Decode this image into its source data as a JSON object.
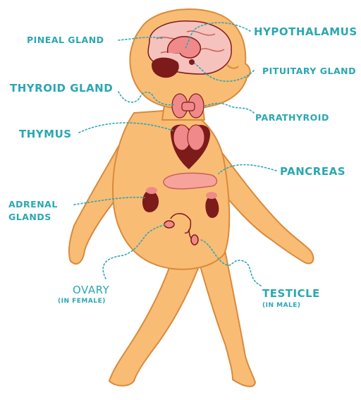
{
  "labels": {
    "pineal_gland": "PINEAL GLAND",
    "hypothalamus": "HYPOTHALAMUS",
    "pituitary_gland": "PITUITARY GLAND",
    "thyroid_gland": "THYROID GLAND",
    "parathyroid": "PARATHYROID",
    "thymus": "THYMUS",
    "pancreas": "PANCREAS",
    "adrenal_line1": "ADRENAL",
    "adrenal_line2": "GLANDS",
    "ovary": "OVARY",
    "ovary_note": "(IN FEMALE)",
    "testicle": "TESTICLE",
    "testicle_note": "(IN MALE)"
  },
  "colors": {
    "label": "#2aa7b3",
    "skin": "#f9bc74",
    "outline": "#d98a3c",
    "organ_dark": "#7d1a1a",
    "organ_pink": "#f08a8a",
    "organ_light": "#f6c2bd"
  }
}
